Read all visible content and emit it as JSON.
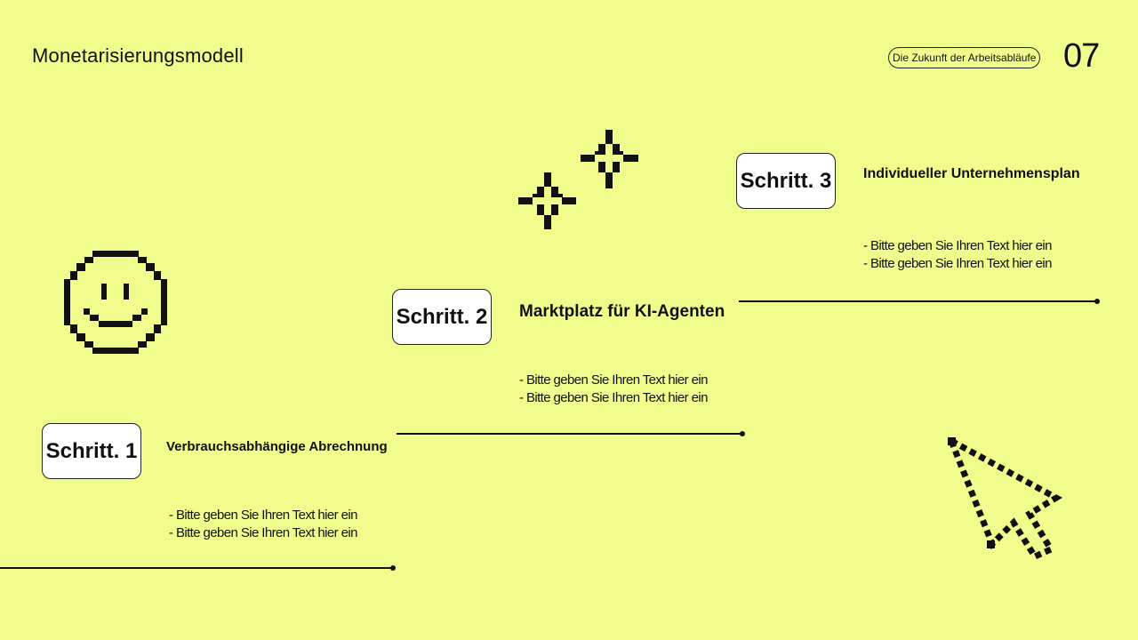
{
  "header": {
    "title": "Monetarisierungsmodell",
    "tag": "Die Zukunft der Arbeitsabläufe",
    "page_number": "07"
  },
  "steps": [
    {
      "label": "Schritt. 1",
      "heading": "Verbrauchsabhängige Abrechnung",
      "lines": [
        "- Bitte geben Sie Ihren Text hier ein",
        "- Bitte geben Sie Ihren Text hier ein"
      ]
    },
    {
      "label": "Schritt. 2",
      "heading": "Marktplatz für KI-Agenten",
      "lines": [
        "- Bitte geben Sie Ihren Text hier ein",
        "- Bitte geben Sie Ihren Text hier ein"
      ]
    },
    {
      "label": "Schritt. 3",
      "heading": "Individueller Unternehmensplan",
      "lines": [
        "- Bitte geben Sie Ihren Text hier ein",
        "- Bitte geben Sie Ihren Text hier ein"
      ]
    }
  ],
  "decorations": {
    "icons": [
      "smiley-icon",
      "sparkle-icon",
      "cursor-arrow-icon"
    ]
  },
  "colors": {
    "background": "#F0FD8C",
    "ink": "#111111",
    "box": "#FFFFFF"
  }
}
